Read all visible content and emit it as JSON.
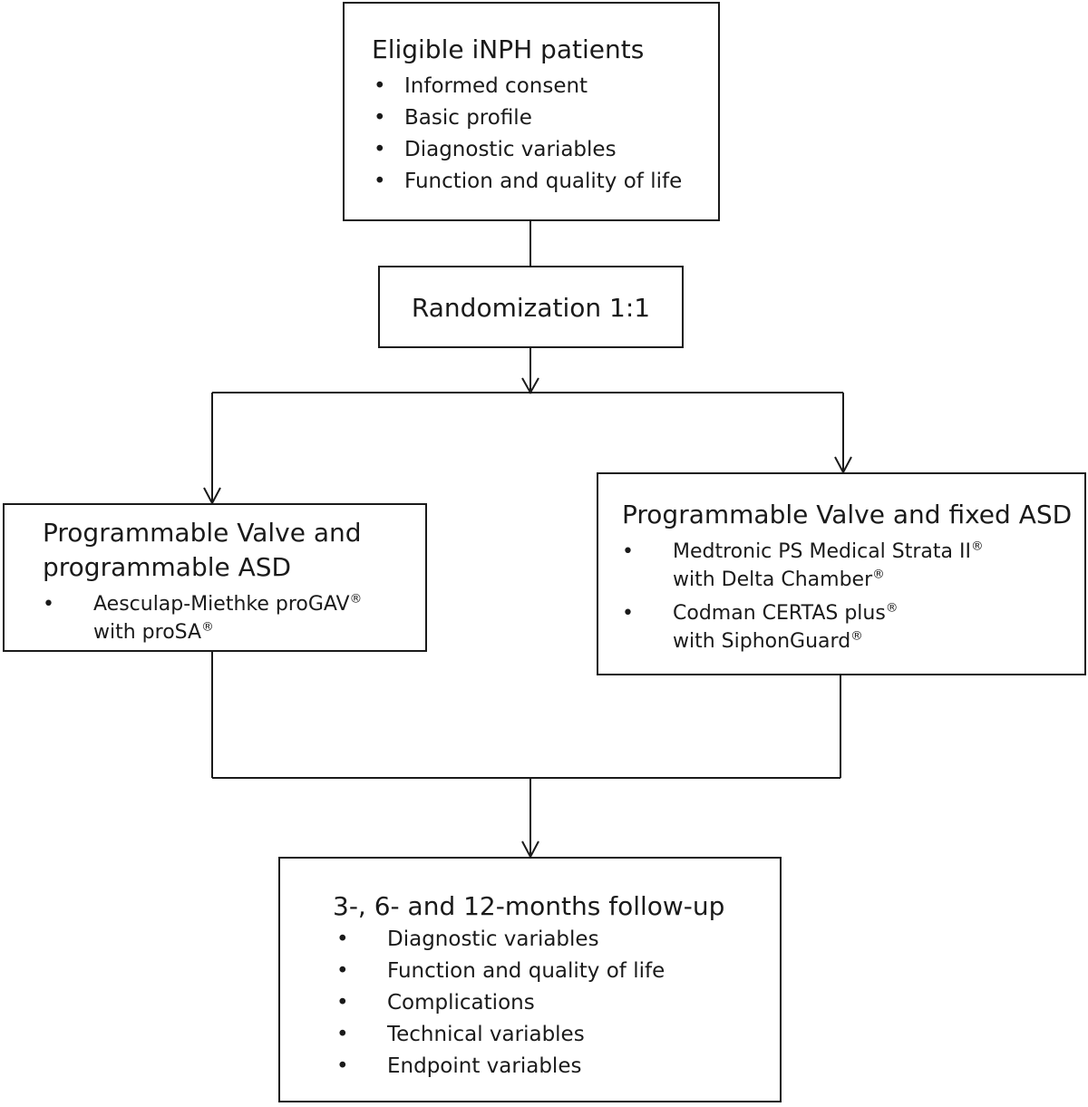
{
  "eligible": {
    "title": "Eligible iNPH patients",
    "items": [
      "Informed consent",
      "Basic profile",
      "Diagnostic variables",
      "Function and quality of life"
    ]
  },
  "randomization": {
    "title": "Randomization 1:1"
  },
  "arm_left": {
    "title": "Programmable Valve and programmable ASD",
    "items": [
      {
        "line1": "Aesculap-Miethke proGAV®",
        "line2": "with proSA®"
      }
    ]
  },
  "arm_right": {
    "title": "Programmable Valve and fixed ASD",
    "items": [
      {
        "line1": "Medtronic PS Medical Strata II®",
        "line2": "with Delta Chamber®"
      },
      {
        "line1": "Codman CERTAS plus®",
        "line2": "with SiphonGuard®"
      }
    ]
  },
  "followup": {
    "title": "3-, 6- and 12-months follow-up",
    "items": [
      "Diagnostic variables",
      "Function and quality of life",
      "Complications",
      "Technical variables",
      "Endpoint variables"
    ]
  },
  "bullet_symbol": "•",
  "colors": {
    "line": "#1a1a1a",
    "text": "#1a1a1a",
    "background": "#ffffff"
  }
}
